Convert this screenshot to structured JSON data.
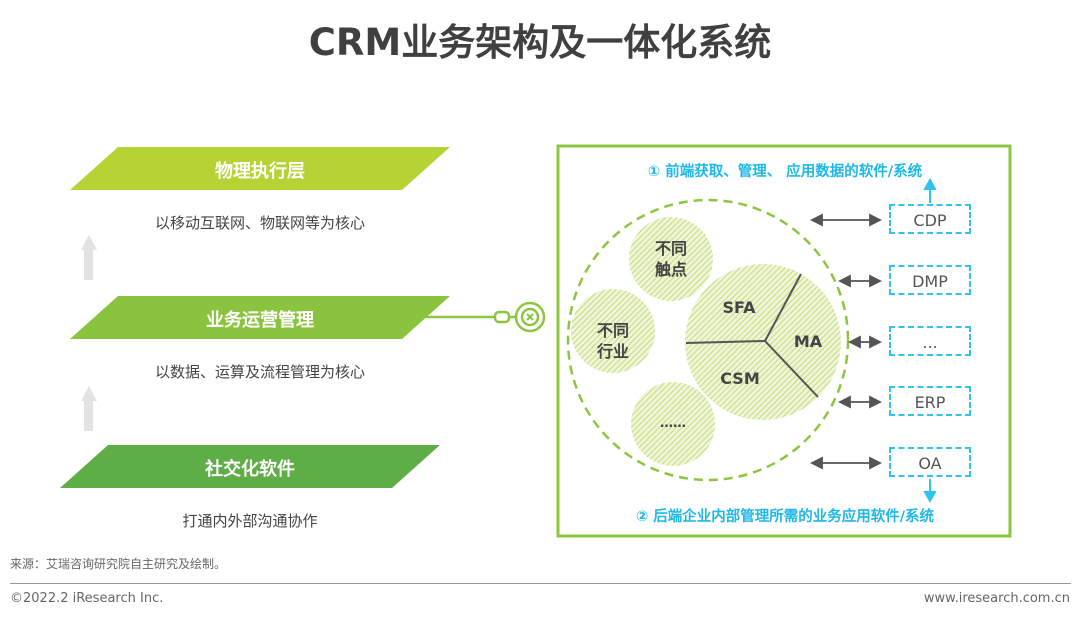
{
  "title": "CRM业务架构及一体化系统",
  "layers": [
    {
      "label": "物理执行层",
      "description": "以移动互联网、物联网等为核心",
      "color": "#b5d334"
    },
    {
      "label": "业务运营管理",
      "description": "以数据、运算及流程管理为核心",
      "color": "#8ac43f"
    },
    {
      "label": "社交化软件",
      "description": "打通内外部沟通协作",
      "color": "#5fad46"
    }
  ],
  "panel": {
    "front_end_label": "① 前端获取、管理、 应用数据的软件/系统",
    "back_end_label": "② 后端企业内部管理所需的业务应用软件/系统",
    "border_color": "#8cc63f",
    "accent_color": "#1fb8e8",
    "small_circles": [
      {
        "line1": "不同",
        "line2": "触点"
      },
      {
        "line1": "不同",
        "line2": "行业"
      },
      {
        "line1": "……",
        "line2": ""
      }
    ],
    "core_segments": [
      "SFA",
      "MA",
      "CSM"
    ],
    "systems": [
      "CDP",
      "DMP",
      "...",
      "ERP",
      "OA"
    ]
  },
  "icons": {
    "connector": "magnifier-link-icon",
    "up_arrow": "up-arrow-icon",
    "double_arrow": "double-arrow-icon"
  },
  "footer": {
    "source": "来源：艾瑞咨询研究院自主研究及绘制。",
    "copyright": "©2022.2 iResearch Inc.",
    "website": "www.iresearch.com.cn"
  }
}
